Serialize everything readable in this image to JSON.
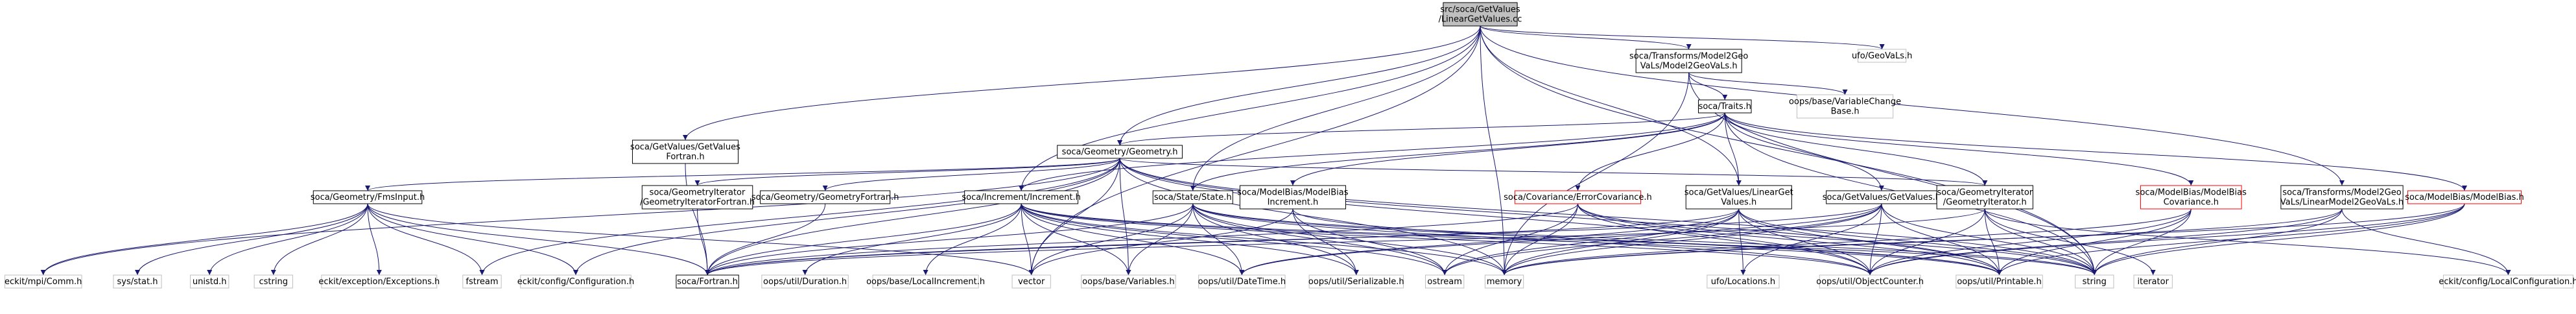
{
  "colors": {
    "root_fill": "#bfbfbf",
    "node_fill": "#ffffff",
    "node_stroke": "#000000",
    "external_stroke": "#bfbfbf",
    "red_stroke": "#ff0000",
    "edge": "#191970"
  },
  "nodes": [
    {
      "id": "root",
      "lines": [
        "src/soca/GetValues",
        "/LinearGetValues.cc"
      ],
      "style": "root"
    },
    {
      "id": "m2g",
      "lines": [
        "soca/Transforms/Model2Geo",
        "VaLs/Model2GeoVaLs.h"
      ],
      "style": "normal"
    },
    {
      "id": "ufogeovals",
      "lines": [
        "ufo/GeoVaLs.h"
      ],
      "style": "external"
    },
    {
      "id": "traits",
      "lines": [
        "soca/Traits.h"
      ],
      "style": "normal"
    },
    {
      "id": "varchange",
      "lines": [
        "oops/base/VariableChange",
        "Base.h"
      ],
      "style": "external"
    },
    {
      "id": "gvfortran",
      "lines": [
        "soca/GetValues/GetValues",
        "Fortran.h"
      ],
      "style": "normal"
    },
    {
      "id": "geometry",
      "lines": [
        "soca/Geometry/Geometry.h"
      ],
      "style": "normal"
    },
    {
      "id": "fmsinput",
      "lines": [
        "soca/Geometry/FmsInput.h"
      ],
      "style": "normal"
    },
    {
      "id": "itfortran",
      "lines": [
        "soca/GeometryIterator",
        "/GeometryIteratorFortran.h"
      ],
      "style": "normal"
    },
    {
      "id": "geomfortran",
      "lines": [
        "soca/Geometry/GeometryFortran.h"
      ],
      "style": "normal"
    },
    {
      "id": "increment",
      "lines": [
        "soca/Increment/Increment.h"
      ],
      "style": "normal"
    },
    {
      "id": "state",
      "lines": [
        "soca/State/State.h"
      ],
      "style": "normal"
    },
    {
      "id": "mbinc",
      "lines": [
        "soca/ModelBias/ModelBias",
        "Increment.h"
      ],
      "style": "normal"
    },
    {
      "id": "errcov",
      "lines": [
        "soca/Covariance/ErrorCovariance.h"
      ],
      "style": "red"
    },
    {
      "id": "lingv",
      "lines": [
        "soca/GetValues/LinearGet",
        "Values.h"
      ],
      "style": "normal"
    },
    {
      "id": "getvalues",
      "lines": [
        "soca/GetValues/GetValues.h"
      ],
      "style": "normal"
    },
    {
      "id": "geomiter",
      "lines": [
        "soca/GeometryIterator",
        "/GeometryIterator.h"
      ],
      "style": "normal"
    },
    {
      "id": "mbcov",
      "lines": [
        "soca/ModelBias/ModelBias",
        "Covariance.h"
      ],
      "style": "red"
    },
    {
      "id": "linm2g",
      "lines": [
        "soca/Transforms/Model2Geo",
        "VaLs/LinearModel2GeoVaLs.h"
      ],
      "style": "normal"
    },
    {
      "id": "modelbias",
      "lines": [
        "soca/ModelBias/ModelBias.h"
      ],
      "style": "red"
    },
    {
      "id": "mpicomm",
      "lines": [
        "eckit/mpi/Comm.h"
      ],
      "style": "external"
    },
    {
      "id": "sysstat",
      "lines": [
        "sys/stat.h"
      ],
      "style": "external"
    },
    {
      "id": "unistd",
      "lines": [
        "unistd.h"
      ],
      "style": "external"
    },
    {
      "id": "cstring",
      "lines": [
        "cstring"
      ],
      "style": "external"
    },
    {
      "id": "exceptions",
      "lines": [
        "eckit/exception/Exceptions.h"
      ],
      "style": "external"
    },
    {
      "id": "fstream",
      "lines": [
        "fstream"
      ],
      "style": "external"
    },
    {
      "id": "configuration",
      "lines": [
        "eckit/config/Configuration.h"
      ],
      "style": "external"
    },
    {
      "id": "fortran",
      "lines": [
        "soca/Fortran.h"
      ],
      "style": "normal"
    },
    {
      "id": "duration",
      "lines": [
        "oops/util/Duration.h"
      ],
      "style": "external"
    },
    {
      "id": "localinc",
      "lines": [
        "oops/base/LocalIncrement.h"
      ],
      "style": "external"
    },
    {
      "id": "vector",
      "lines": [
        "vector"
      ],
      "style": "external"
    },
    {
      "id": "variables",
      "lines": [
        "oops/base/Variables.h"
      ],
      "style": "external"
    },
    {
      "id": "datetime",
      "lines": [
        "oops/util/DateTime.h"
      ],
      "style": "external"
    },
    {
      "id": "serializable",
      "lines": [
        "oops/util/Serializable.h"
      ],
      "style": "external"
    },
    {
      "id": "ostream",
      "lines": [
        "ostream"
      ],
      "style": "external"
    },
    {
      "id": "memory",
      "lines": [
        "memory"
      ],
      "style": "external"
    },
    {
      "id": "ufolocations",
      "lines": [
        "ufo/Locations.h"
      ],
      "style": "external"
    },
    {
      "id": "objcounter",
      "lines": [
        "oops/util/ObjectCounter.h"
      ],
      "style": "external"
    },
    {
      "id": "printable",
      "lines": [
        "oops/util/Printable.h"
      ],
      "style": "external"
    },
    {
      "id": "string",
      "lines": [
        "string"
      ],
      "style": "external"
    },
    {
      "id": "iterator",
      "lines": [
        "iterator"
      ],
      "style": "external"
    },
    {
      "id": "localconfig",
      "lines": [
        "eckit/config/LocalConfiguration.h"
      ],
      "style": "external"
    }
  ],
  "edges": [
    [
      "root",
      "m2g"
    ],
    [
      "root",
      "ufogeovals"
    ],
    [
      "root",
      "gvfortran"
    ],
    [
      "root",
      "geometry"
    ],
    [
      "root",
      "increment"
    ],
    [
      "root",
      "state"
    ],
    [
      "root",
      "lingv"
    ],
    [
      "root",
      "linm2g"
    ],
    [
      "root",
      "string"
    ],
    [
      "root",
      "memory"
    ],
    [
      "root",
      "vector"
    ],
    [
      "m2g",
      "traits"
    ],
    [
      "m2g",
      "varchange"
    ],
    [
      "m2g",
      "memory"
    ],
    [
      "m2g",
      "string"
    ],
    [
      "traits",
      "geometry"
    ],
    [
      "traits",
      "increment"
    ],
    [
      "traits",
      "state"
    ],
    [
      "traits",
      "mbinc"
    ],
    [
      "traits",
      "errcov"
    ],
    [
      "traits",
      "lingv"
    ],
    [
      "traits",
      "getvalues"
    ],
    [
      "traits",
      "geomiter"
    ],
    [
      "traits",
      "mbcov"
    ],
    [
      "traits",
      "modelbias"
    ],
    [
      "traits",
      "string"
    ],
    [
      "gvfortran",
      "fortran"
    ],
    [
      "geometry",
      "fmsinput"
    ],
    [
      "geometry",
      "itfortran"
    ],
    [
      "geometry",
      "geomfortran"
    ],
    [
      "geometry",
      "geomiter"
    ],
    [
      "geometry",
      "mpicomm"
    ],
    [
      "geometry",
      "fstream"
    ],
    [
      "geometry",
      "configuration"
    ],
    [
      "geometry",
      "fortran"
    ],
    [
      "geometry",
      "variables"
    ],
    [
      "geometry",
      "memory"
    ],
    [
      "geometry",
      "objcounter"
    ],
    [
      "geometry",
      "printable"
    ],
    [
      "geometry",
      "string"
    ],
    [
      "geometry",
      "vector"
    ],
    [
      "fmsinput",
      "mpicomm"
    ],
    [
      "fmsinput",
      "sysstat"
    ],
    [
      "fmsinput",
      "unistd"
    ],
    [
      "fmsinput",
      "cstring"
    ],
    [
      "fmsinput",
      "exceptions"
    ],
    [
      "fmsinput",
      "fstream"
    ],
    [
      "fmsinput",
      "configuration"
    ],
    [
      "fmsinput",
      "fortran"
    ],
    [
      "fmsinput",
      "vector"
    ],
    [
      "itfortran",
      "fortran"
    ],
    [
      "geomfortran",
      "fortran"
    ],
    [
      "increment",
      "fortran"
    ],
    [
      "increment",
      "duration"
    ],
    [
      "increment",
      "localinc"
    ],
    [
      "increment",
      "vector"
    ],
    [
      "increment",
      "variables"
    ],
    [
      "increment",
      "datetime"
    ],
    [
      "increment",
      "serializable"
    ],
    [
      "increment",
      "ostream"
    ],
    [
      "increment",
      "memory"
    ],
    [
      "increment",
      "objcounter"
    ],
    [
      "increment",
      "printable"
    ],
    [
      "increment",
      "string"
    ],
    [
      "state",
      "fortran"
    ],
    [
      "state",
      "variables"
    ],
    [
      "state",
      "datetime"
    ],
    [
      "state",
      "serializable"
    ],
    [
      "state",
      "ostream"
    ],
    [
      "state",
      "memory"
    ],
    [
      "state",
      "objcounter"
    ],
    [
      "state",
      "printable"
    ],
    [
      "state",
      "string"
    ],
    [
      "state",
      "vector"
    ],
    [
      "mbinc",
      "ostream"
    ],
    [
      "mbinc",
      "serializable"
    ],
    [
      "mbinc",
      "printable"
    ],
    [
      "mbinc",
      "vector"
    ],
    [
      "errcov",
      "fortran"
    ],
    [
      "errcov",
      "ostream"
    ],
    [
      "errcov",
      "memory"
    ],
    [
      "errcov",
      "objcounter"
    ],
    [
      "errcov",
      "printable"
    ],
    [
      "errcov",
      "string"
    ],
    [
      "lingv",
      "fortran"
    ],
    [
      "lingv",
      "datetime"
    ],
    [
      "lingv",
      "memory"
    ],
    [
      "lingv",
      "ufolocations"
    ],
    [
      "lingv",
      "objcounter"
    ],
    [
      "lingv",
      "printable"
    ],
    [
      "lingv",
      "string"
    ],
    [
      "lingv",
      "ostream"
    ],
    [
      "getvalues",
      "fortran"
    ],
    [
      "getvalues",
      "datetime"
    ],
    [
      "getvalues",
      "memory"
    ],
    [
      "getvalues",
      "ufolocations"
    ],
    [
      "getvalues",
      "objcounter"
    ],
    [
      "getvalues",
      "printable"
    ],
    [
      "getvalues",
      "string"
    ],
    [
      "getvalues",
      "ostream"
    ],
    [
      "geomiter",
      "fortran"
    ],
    [
      "geomiter",
      "iterator"
    ],
    [
      "geomiter",
      "string"
    ],
    [
      "geomiter",
      "objcounter"
    ],
    [
      "geomiter",
      "printable"
    ],
    [
      "geomiter",
      "localconfig"
    ],
    [
      "mbcov",
      "memory"
    ],
    [
      "mbcov",
      "objcounter"
    ],
    [
      "mbcov",
      "printable"
    ],
    [
      "mbcov",
      "string"
    ],
    [
      "linm2g",
      "memory"
    ],
    [
      "linm2g",
      "string"
    ],
    [
      "linm2g",
      "localconfig"
    ],
    [
      "linm2g",
      "objcounter"
    ],
    [
      "modelbias",
      "memory"
    ],
    [
      "modelbias",
      "objcounter"
    ],
    [
      "modelbias",
      "printable"
    ],
    [
      "modelbias",
      "string"
    ]
  ]
}
